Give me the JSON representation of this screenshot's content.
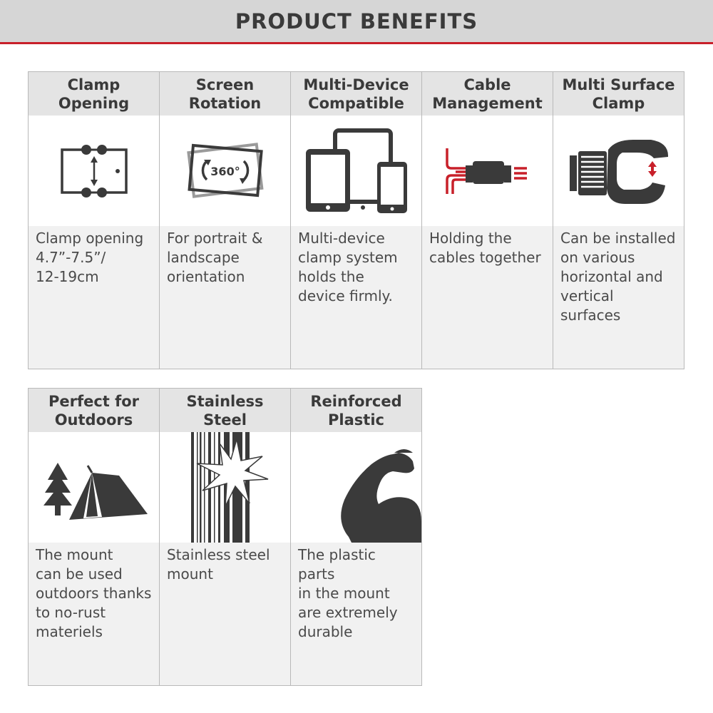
{
  "banner": {
    "title": "PRODUCT BENEFITS"
  },
  "colors": {
    "accent": "#c8202a",
    "icon_dark": "#3a3a3a",
    "header_bg": "#e4e4e4",
    "desc_bg": "#f1f1f1"
  },
  "benefits": [
    {
      "title": "Clamp\nOpening",
      "icon": "clamp-opening-icon",
      "desc": "Clamp opening\n4.7”-7.5”/\n12-19cm"
    },
    {
      "title": "Screen\nRotation",
      "icon": "screen-rotation-icon",
      "icon_text": "360°",
      "desc": "For portrait &\nlandscape\norientation"
    },
    {
      "title": "Multi-Device\nCompatible",
      "icon": "multi-device-icon",
      "desc": "Multi-device\nclamp system\nholds the\ndevice firmly."
    },
    {
      "title": "Cable\nManagement",
      "icon": "cable-management-icon",
      "desc": "Holding the\ncables together"
    },
    {
      "title": "Multi Surface\nClamp",
      "icon": "surface-clamp-icon",
      "desc": "Can be installed\non various\nhorizontal and\nvertical surfaces"
    },
    {
      "title": "Perfect for\nOutdoors",
      "icon": "tent-icon",
      "desc": "The mount\ncan be used\noutdoors thanks\nto no-rust\nmateriels"
    },
    {
      "title": "Stainless\nSteel",
      "icon": "steel-icon",
      "desc": "Stainless steel\nmount"
    },
    {
      "title": "Reinforced\nPlastic",
      "icon": "strong-arm-icon",
      "desc": "The plastic parts\nin the mount\nare extremely\ndurable"
    }
  ]
}
